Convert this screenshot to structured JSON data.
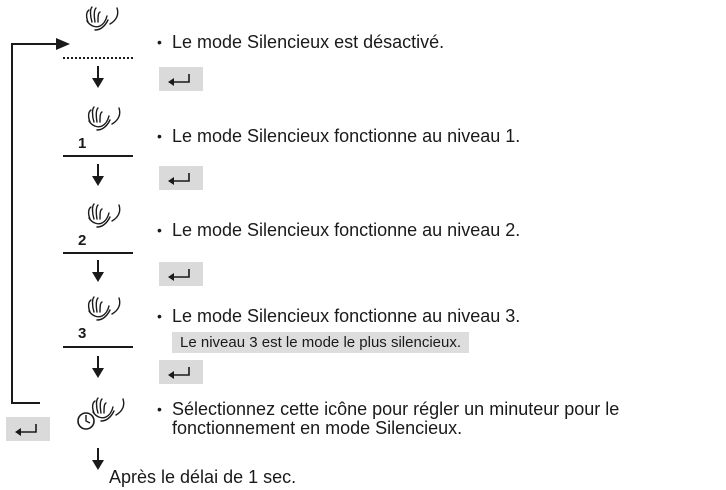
{
  "steps": [
    {
      "icon": "silent-mode-hand-icon",
      "text": "Le mode Silencieux est désactivé."
    },
    {
      "icon": "silent-mode-hand-icon",
      "level": "1",
      "text": "Le mode Silencieux fonctionne au niveau 1."
    },
    {
      "icon": "silent-mode-hand-icon",
      "level": "2",
      "text": "Le mode Silencieux fonctionne au niveau 2."
    },
    {
      "icon": "silent-mode-hand-icon",
      "level": "3",
      "text": "Le mode Silencieux fonctionne au niveau 3.",
      "note": "Le niveau 3 est le mode le plus silencieux."
    },
    {
      "icon": "silent-mode-timer-icon",
      "text": "Sélectionnez cette icône pour régler un minuteur pour le",
      "text_line2": "fonctionnement en mode Silencieux."
    }
  ],
  "bullet": "•",
  "footer": {
    "after_delay": "Après le délai de 1 sec."
  },
  "colors": {
    "key_background": "#dadada",
    "note_background": "#dddddd",
    "line": "#1a1a1a"
  }
}
